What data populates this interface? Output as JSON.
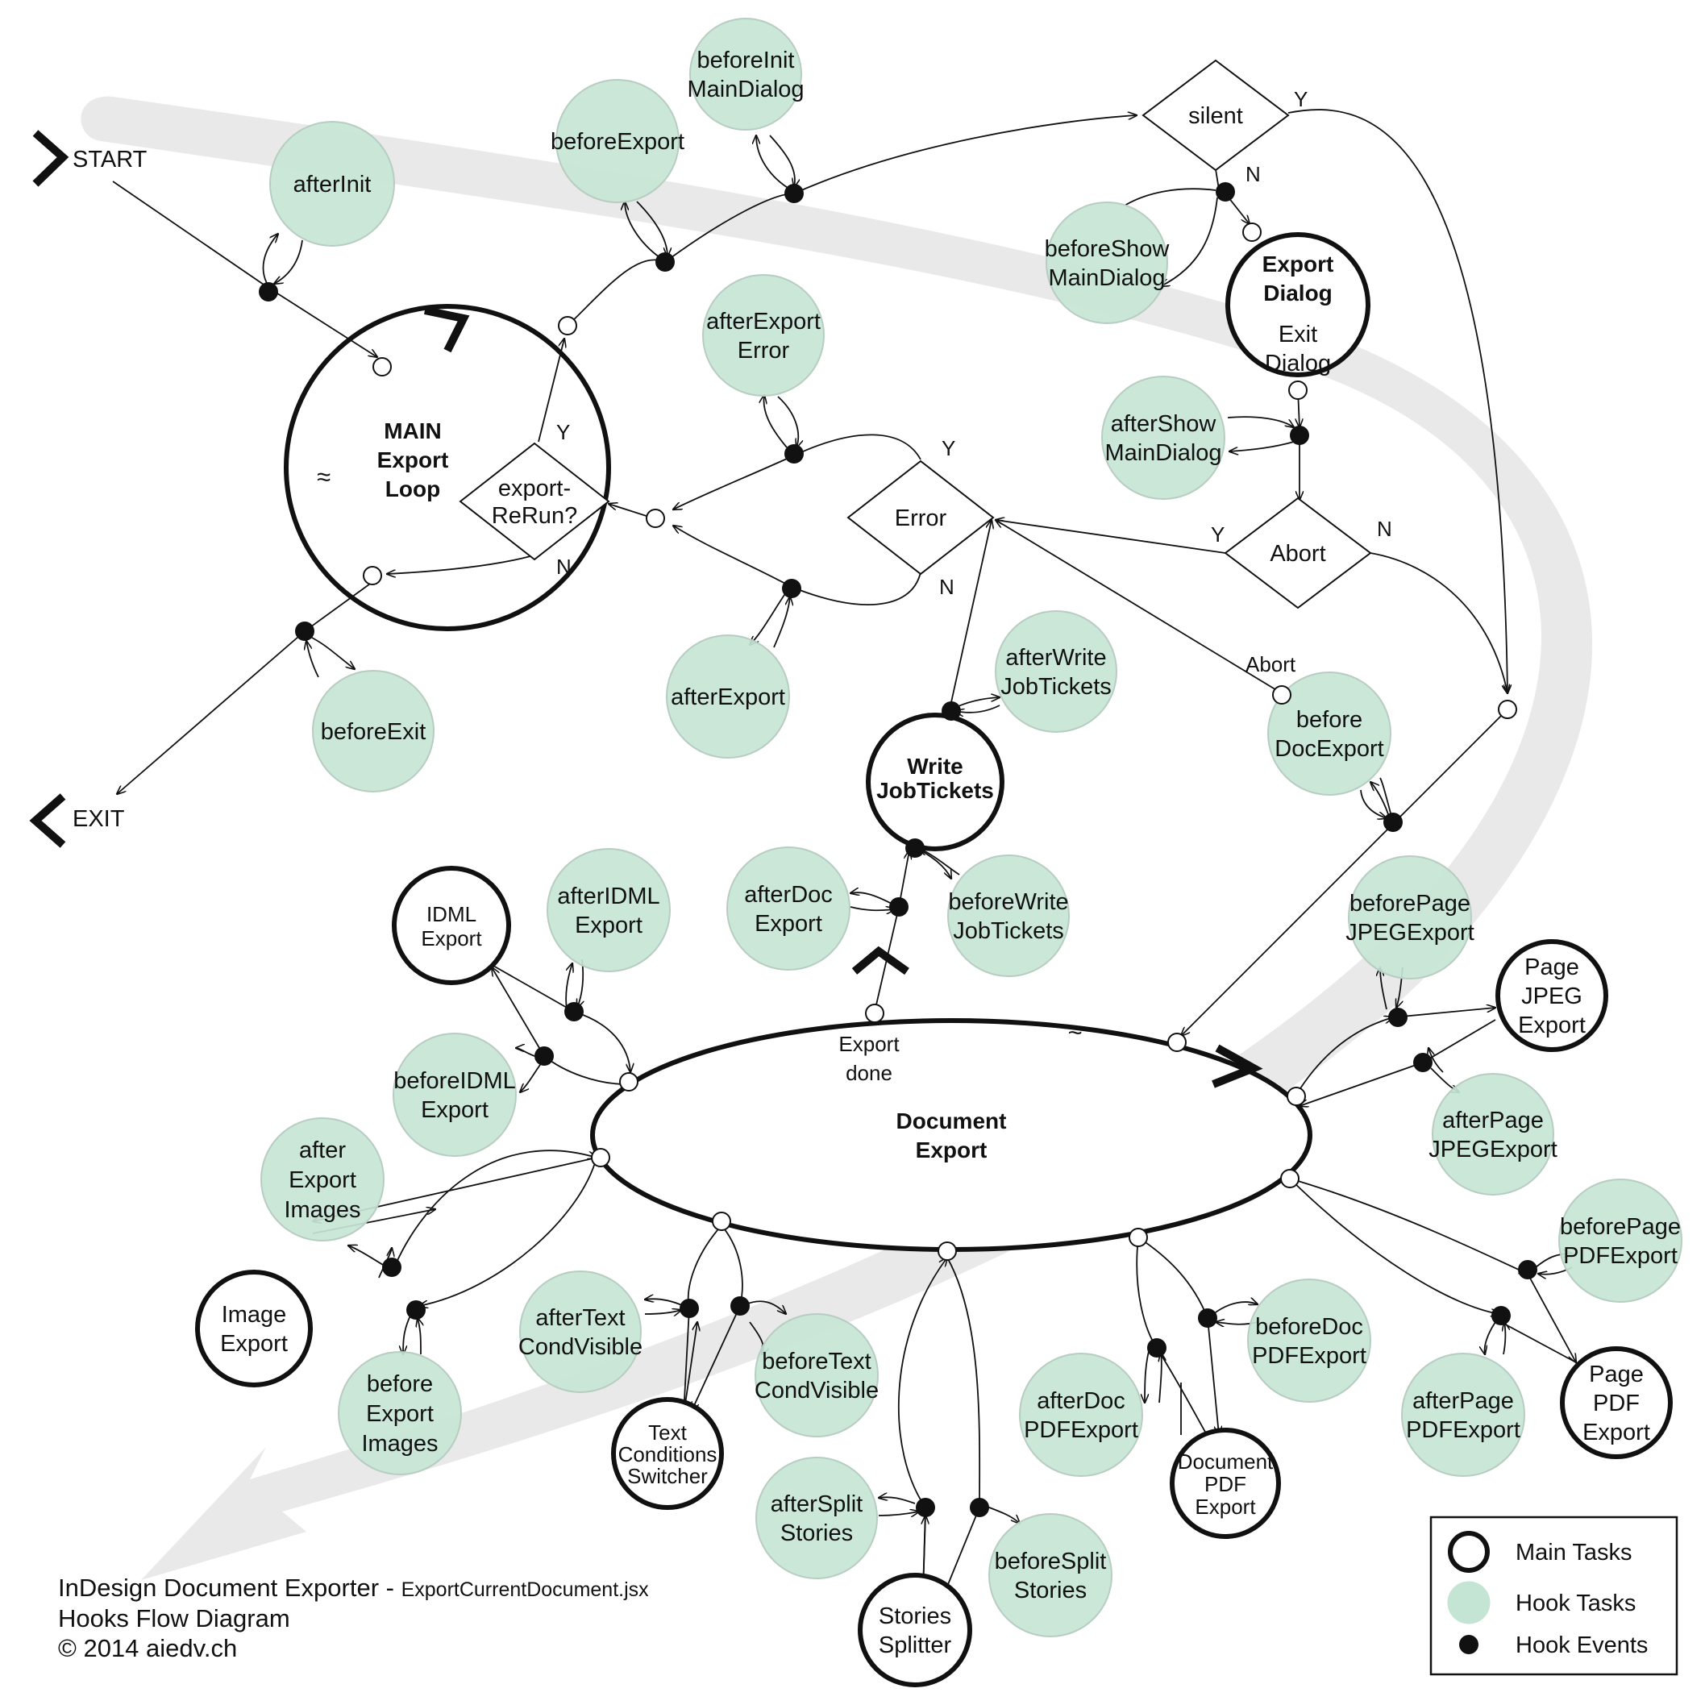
{
  "terminals": {
    "start": "START",
    "exit": "EXIT"
  },
  "main_tasks": {
    "main_loop": [
      "MAIN",
      "Export",
      "Loop"
    ],
    "export_dialog": [
      "Export",
      "Dialog"
    ],
    "exit_dialog": [
      "Exit",
      "Dialog"
    ],
    "write_jobtickets": [
      "Write",
      "JobTickets"
    ],
    "document_export": [
      "Document",
      "Export"
    ],
    "idml_export": [
      "IDML",
      "Export"
    ],
    "image_export": [
      "Image",
      "Export"
    ],
    "text_conditions_switcher": [
      "Text",
      "Conditions",
      "Switcher"
    ],
    "stories_splitter": [
      "Stories",
      "Splitter"
    ],
    "document_pdf_export": [
      "Document",
      "PDF",
      "Export"
    ],
    "page_pdf_export": [
      "Page",
      "PDF",
      "Export"
    ],
    "page_jpeg_export": [
      "Page",
      "JPEG",
      "Export"
    ]
  },
  "hook_tasks": {
    "afterInit": [
      "afterInit"
    ],
    "beforeExport": [
      "beforeExport"
    ],
    "beforeInitMainDialog": [
      "beforeInit",
      "MainDialog"
    ],
    "beforeShowMainDialog": [
      "beforeShow",
      "MainDialog"
    ],
    "afterShowMainDialog": [
      "afterShow",
      "MainDialog"
    ],
    "afterExportError": [
      "afterExport",
      "Error"
    ],
    "afterExport": [
      "afterExport"
    ],
    "beforeExit": [
      "beforeExit"
    ],
    "afterWriteJobTickets": [
      "afterWrite",
      "JobTickets"
    ],
    "beforeWriteJobTickets": [
      "beforeWrite",
      "JobTickets"
    ],
    "afterDocExport": [
      "afterDoc",
      "Export"
    ],
    "beforeDocExport": [
      "before",
      "DocExport"
    ],
    "afterIDMLExport": [
      "afterIDML",
      "Export"
    ],
    "beforeIDMLExport": [
      "beforeIDML",
      "Export"
    ],
    "afterExportImages": [
      "after",
      "Export",
      "Images"
    ],
    "beforeExportImages": [
      "before",
      "Export",
      "Images"
    ],
    "afterTextCondVisible": [
      "afterText",
      "CondVisible"
    ],
    "beforeTextCondVisible": [
      "beforeText",
      "CondVisible"
    ],
    "afterSplitStories": [
      "afterSplit",
      "Stories"
    ],
    "beforeSplitStories": [
      "beforeSplit",
      "Stories"
    ],
    "afterDocPDFExport": [
      "afterDoc",
      "PDFExport"
    ],
    "beforeDocPDFExport": [
      "beforeDoc",
      "PDFExport"
    ],
    "afterPagePDFExport": [
      "afterPage",
      "PDFExport"
    ],
    "beforePagePDFExport": [
      "beforePage",
      "PDFExport"
    ],
    "beforePageJPEGExport": [
      "beforePage",
      "JPEGExport"
    ],
    "afterPageJPEGExport": [
      "afterPage",
      "JPEGExport"
    ]
  },
  "decisions": {
    "silent": "silent",
    "exportReRun": [
      "export-",
      "ReRun?"
    ],
    "error": "Error",
    "abort": "Abort"
  },
  "edge_labels": {
    "yes": "Y",
    "no": "N",
    "abort": "Abort",
    "export_done": [
      "Export",
      "done"
    ],
    "break_mark": "≈"
  },
  "legend": {
    "main_tasks": "Main Tasks",
    "hook_tasks": "Hook Tasks",
    "hook_events": "Hook Events"
  },
  "footer": {
    "title": "InDesign Document Exporter",
    "separator": " - ",
    "script": "ExportCurrentDocument.jsx",
    "line2": "Hooks Flow Diagram",
    "line3": "© 2014 aiedv.ch"
  },
  "colors": {
    "hook_fill": "#c5e5d4",
    "hook_stroke": "#b8cdc2",
    "hook_overlap": "#9fcfb6",
    "band": "#e9e9e9",
    "ink": "#111111"
  }
}
